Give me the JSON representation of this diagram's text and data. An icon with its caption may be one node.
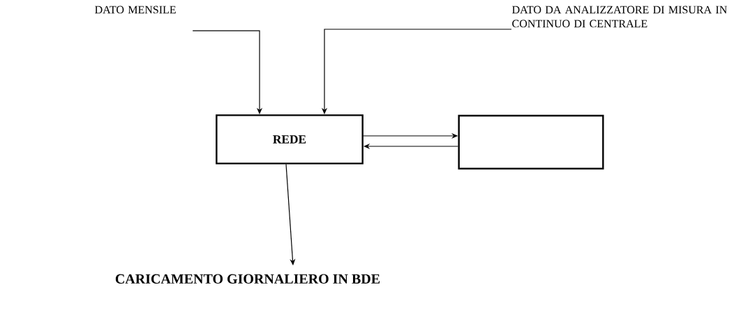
{
  "diagram": {
    "nodes": [
      {
        "text": [
          "DATO MENSILE"
        ]
      },
      {
        "text": [
          "DATO DA ANALIZZATORE DI MISURA IN CONTINUO DI CENTRALE"
        ]
      },
      {
        "text": [
          "REDE"
        ]
      },
      {
        "text": [],
        "shape": "box"
      },
      {
        "text": [
          "CARICAMENTO GIORNALIERO IN BDE"
        ]
      }
    ],
    "edges": [
      {
        "from": 0,
        "to": 2,
        "arrow": "to"
      },
      {
        "from": 1,
        "to": 2,
        "arrow": "to"
      },
      {
        "from": 2,
        "to": 3,
        "arrow": "to"
      },
      {
        "from": 3,
        "to": 2,
        "arrow": "to"
      },
      {
        "from": 2,
        "to": 4,
        "arrow": "to"
      }
    ]
  }
}
